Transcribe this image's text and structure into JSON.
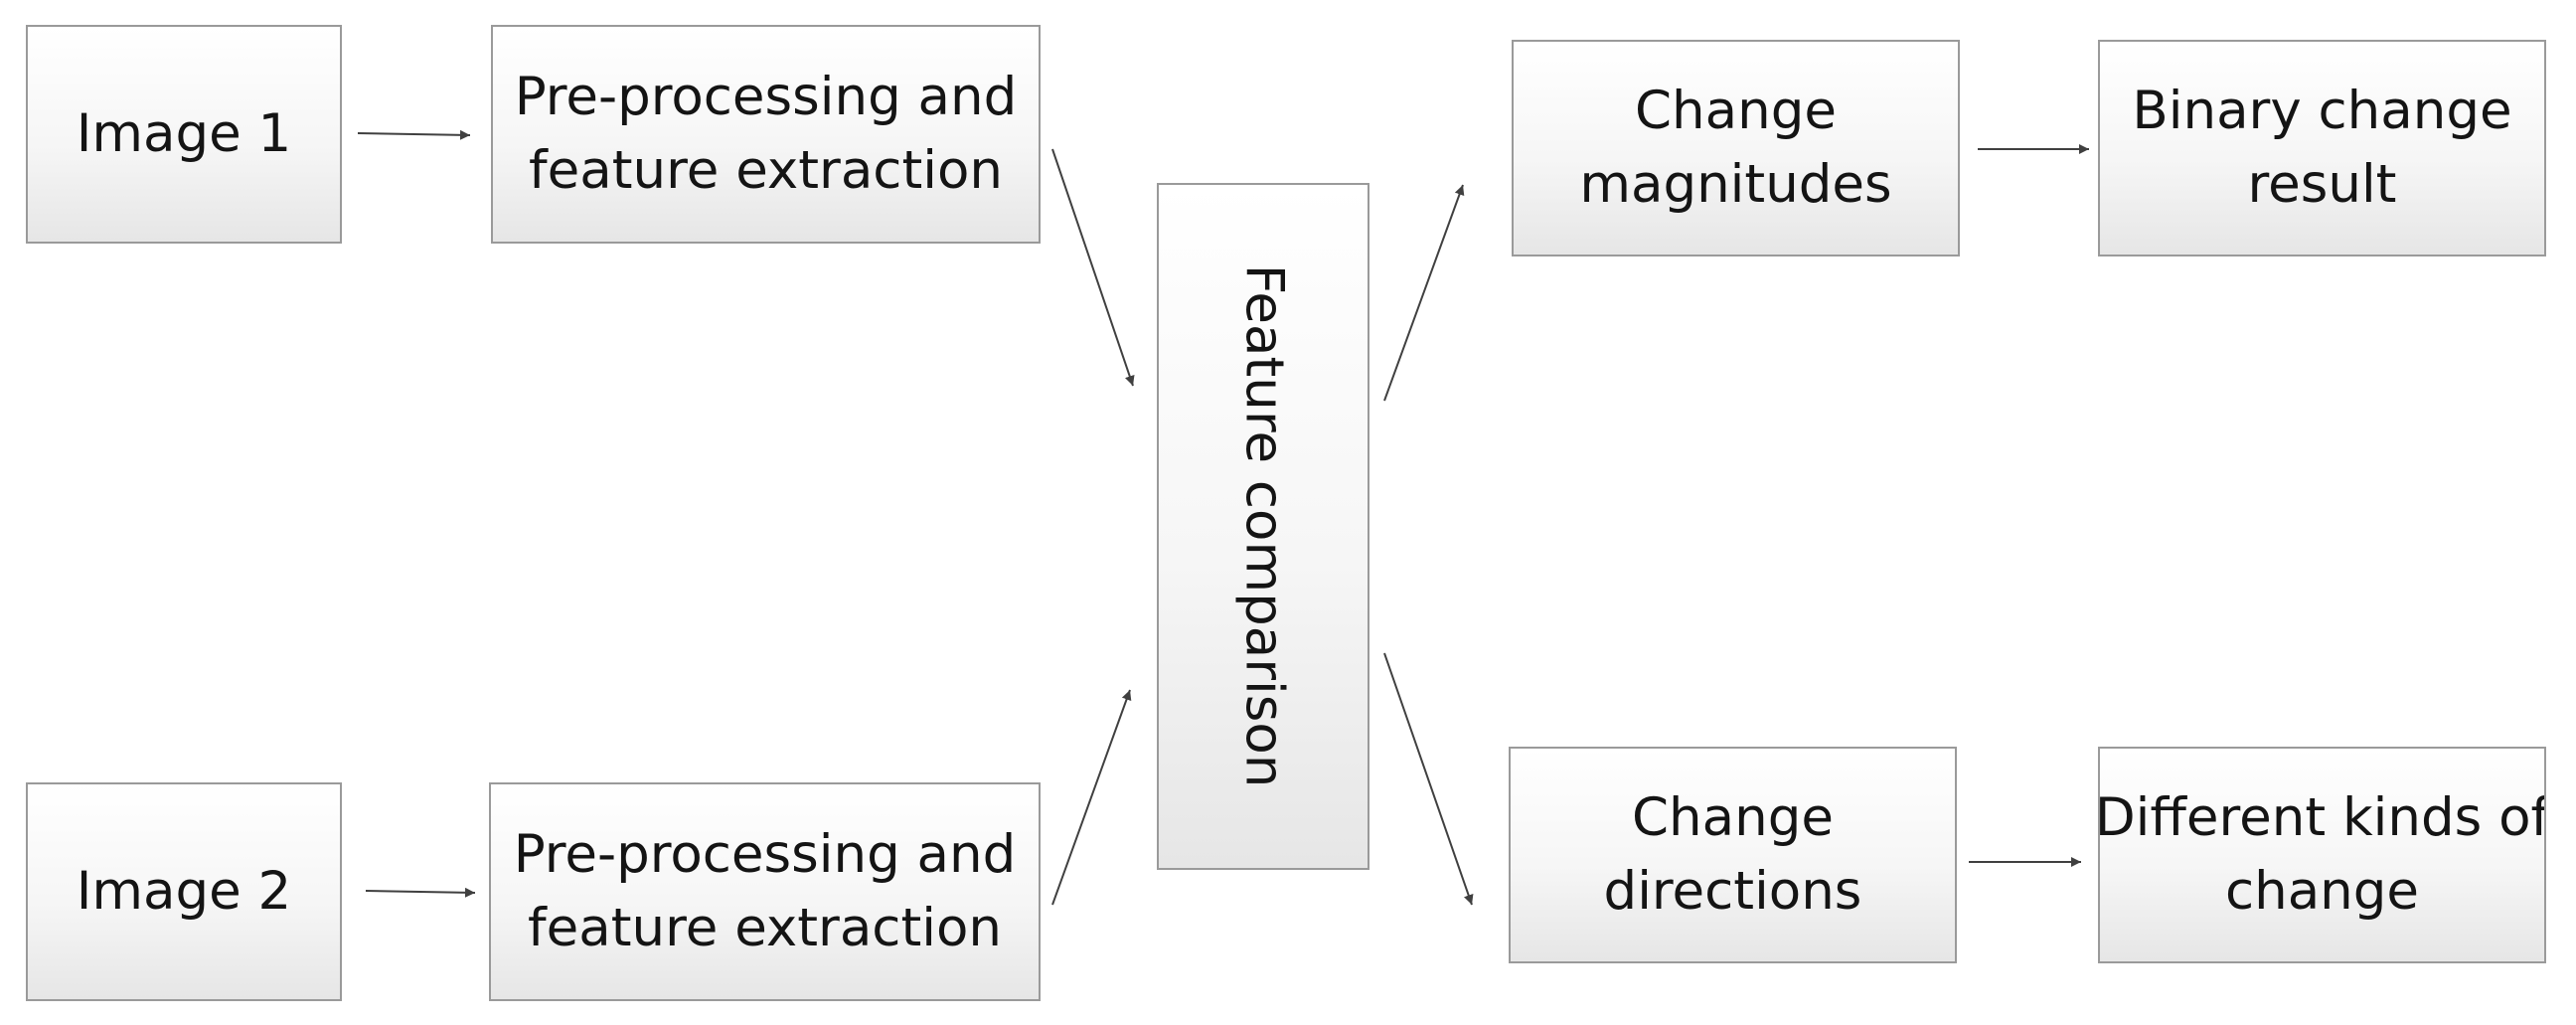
{
  "diagram": {
    "nodes": {
      "image1": {
        "text": "Image 1"
      },
      "pre1": {
        "line1": "Pre-processing and",
        "line2": "feature extraction"
      },
      "image2": {
        "text": "Image 2"
      },
      "pre2": {
        "line1": "Pre-processing and",
        "line2": "feature extraction"
      },
      "comparison": {
        "text": "Feature comparison"
      },
      "magnitudes": {
        "line1": "Change",
        "line2": "magnitudes"
      },
      "binary": {
        "line1": "Binary change",
        "line2": "result"
      },
      "directions": {
        "line1": "Change",
        "line2": "directions"
      },
      "kinds": {
        "line1": "Different kinds of",
        "line2": "change"
      }
    },
    "edges": [
      {
        "from": "image1",
        "to": "pre1"
      },
      {
        "from": "image2",
        "to": "pre2"
      },
      {
        "from": "pre1",
        "to": "comparison"
      },
      {
        "from": "pre2",
        "to": "comparison"
      },
      {
        "from": "comparison",
        "to": "magnitudes"
      },
      {
        "from": "comparison",
        "to": "directions"
      },
      {
        "from": "magnitudes",
        "to": "binary"
      },
      {
        "from": "directions",
        "to": "kinds"
      }
    ],
    "colors": {
      "box_border": "#9a9a9a",
      "arrow": "#404040",
      "text": "#141414"
    }
  }
}
